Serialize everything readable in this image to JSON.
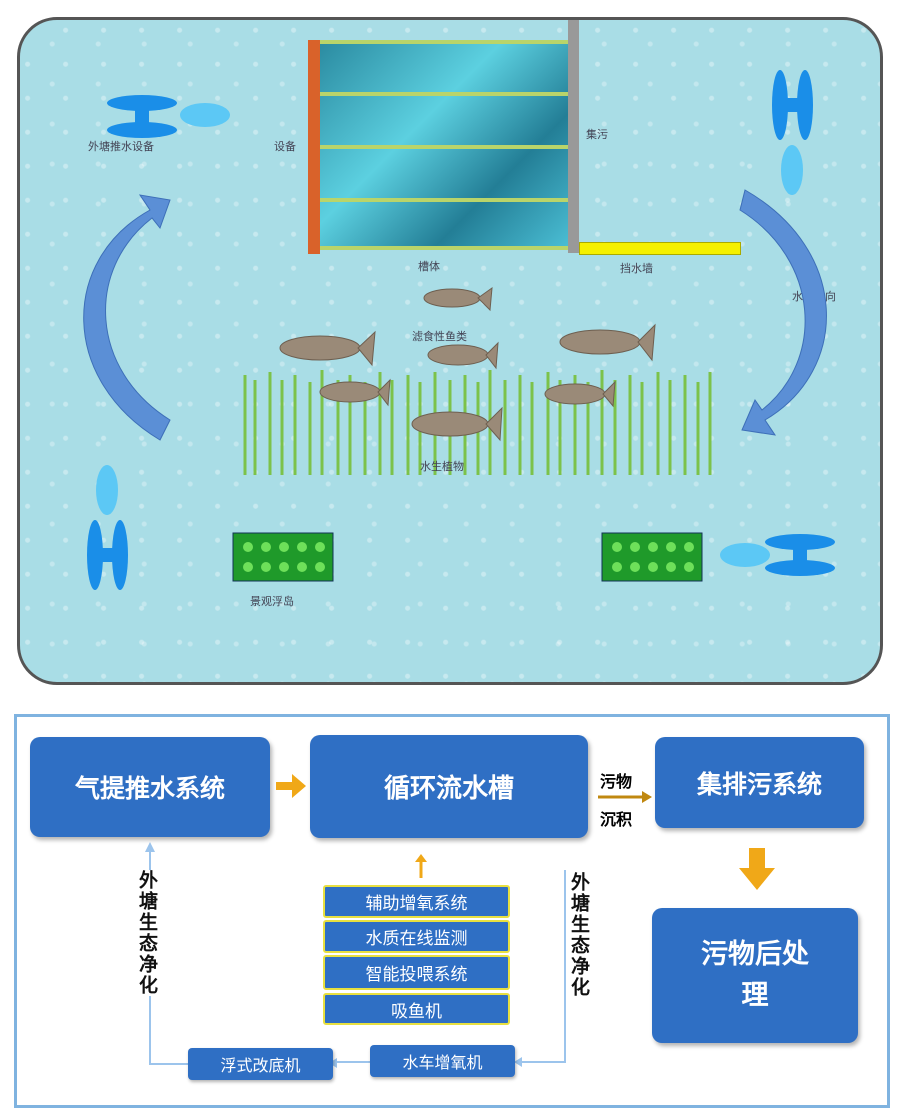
{
  "pond": {
    "push_device": "外塘推水设备",
    "device": "设备",
    "collect": "集污",
    "tank_body": "槽体",
    "retaining_wall": "挡水墙",
    "flow_direction": "水流方向",
    "filter_fish": "滤食性鱼类",
    "aquatic_plants": "水生植物",
    "floating_island": "景观浮岛"
  },
  "flow": {
    "airlift": "气提推水系统",
    "raceway": "循环流水槽",
    "sewage_collect": "集排污系统",
    "post_treatment": "污物后处理",
    "sediment_top": "污物",
    "sediment_bottom": "沉积",
    "subsystems": [
      "辅助增氧系统",
      "水质在线监测",
      "智能投喂系统",
      "吸鱼机"
    ],
    "floating_bottom": "浮式改底机",
    "waterwheel": "水车增氧机",
    "eco_left": "外塘生态净化",
    "eco_right": "外塘生态净化"
  }
}
